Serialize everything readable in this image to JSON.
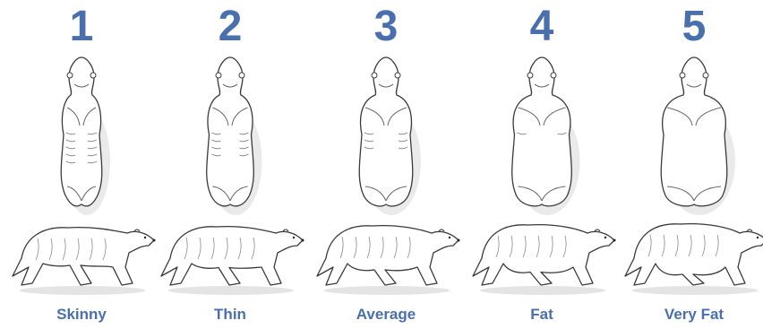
{
  "accent_color": "#4a6fae",
  "scale": [
    {
      "number": "1",
      "label": "Skinny",
      "fat_level": 0.0
    },
    {
      "number": "2",
      "label": "Thin",
      "fat_level": 0.25
    },
    {
      "number": "3",
      "label": "Average",
      "fat_level": 0.5
    },
    {
      "number": "4",
      "label": "Fat",
      "fat_level": 0.75
    },
    {
      "number": "5",
      "label": "Very Fat",
      "fat_level": 1.0
    }
  ]
}
